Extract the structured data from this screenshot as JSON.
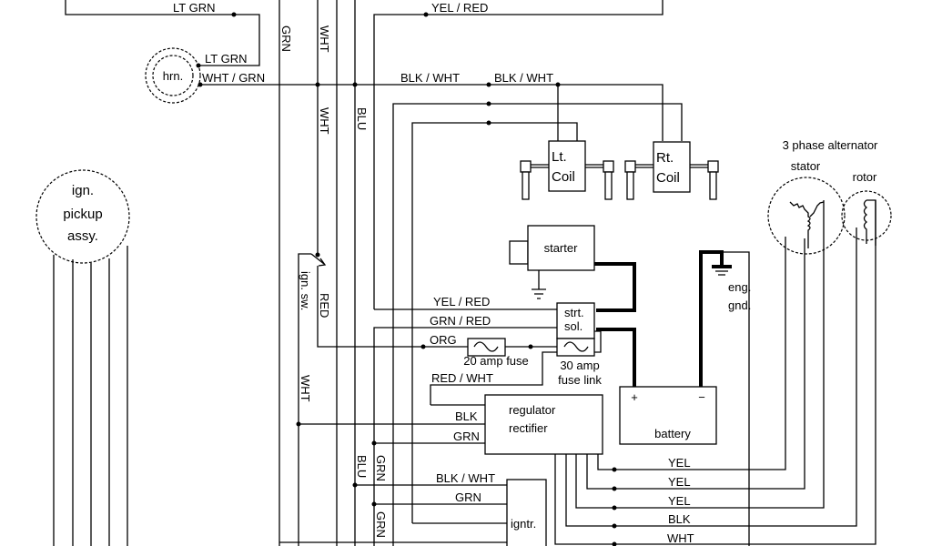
{
  "wires": {
    "lt_grn_top": "LT GRN",
    "lt_grn_horn": "LT GRN",
    "wht_grn": "WHT / GRN",
    "grn_vertical": "GRN",
    "wht_vertical_top": "WHT",
    "wht_vertical_mid": "WHT",
    "blu_vertical": "BLU",
    "yel_red_top": "YEL / RED",
    "blk_wht_1": "BLK / WHT",
    "blk_wht_2": "BLK / WHT",
    "red_vertical": "RED",
    "wht_vertical_low": "WHT",
    "yel_red_sol": "YEL / RED",
    "grn_red_sol": "GRN / RED",
    "org": "ORG",
    "red_wht": "RED / WHT",
    "blk_reg": "BLK",
    "grn_reg": "GRN",
    "blu_low": "BLU",
    "grn_low_1": "GRN",
    "grn_low_2": "GRN",
    "blk_wht_igntr": "BLK / WHT",
    "grn_igntr": "GRN",
    "yel_1": "YEL",
    "yel_2": "YEL",
    "yel_3": "YEL",
    "blk_stator": "BLK",
    "wht_stator": "WHT"
  },
  "components": {
    "horn": "hrn.",
    "ign_pickup": [
      "ign.",
      "pickup",
      "assy."
    ],
    "ign_switch": "ign. sw.",
    "lt_coil": [
      "Lt.",
      "Coil"
    ],
    "rt_coil": [
      "Rt.",
      "Coil"
    ],
    "starter": "starter",
    "starter_solenoid": [
      "strt.",
      "sol."
    ],
    "fuse_20": "20   amp fuse",
    "fuse_link": [
      "30 amp",
      "fuse link"
    ],
    "regulator": [
      "regulator",
      "rectifier"
    ],
    "battery": "battery",
    "battery_plus": "+",
    "battery_minus": "−",
    "eng_gnd": [
      "eng.",
      "gnd."
    ],
    "alternator": "3 phase alternator",
    "stator": "stator",
    "rotor": "rotor",
    "igniter": "igntr."
  }
}
